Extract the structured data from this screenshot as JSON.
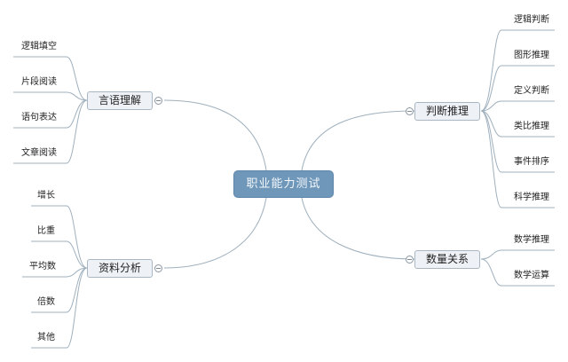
{
  "root": {
    "label": "职业能力测试",
    "color": "#6f97b9"
  },
  "branches": {
    "yanyu": {
      "label": "言语理解",
      "side": "left",
      "children": [
        "逻辑填空",
        "片段阅读",
        "语句表达",
        "文章阅读"
      ]
    },
    "ziliao": {
      "label": "资料分析",
      "side": "left",
      "children": [
        "增长",
        "比重",
        "平均数",
        "倍数",
        "其他"
      ]
    },
    "panduan": {
      "label": "判断推理",
      "side": "right",
      "children": [
        "逻辑判断",
        "图形推理",
        "定义判断",
        "类比推理",
        "事件排序",
        "科学推理"
      ]
    },
    "shuliang": {
      "label": "数量关系",
      "side": "right",
      "children": [
        "数学推理",
        "数学运算"
      ]
    }
  },
  "colors": {
    "link": "#9aabb8",
    "branch_fill": "#eef2f7",
    "branch_border": "#aab6c2"
  }
}
